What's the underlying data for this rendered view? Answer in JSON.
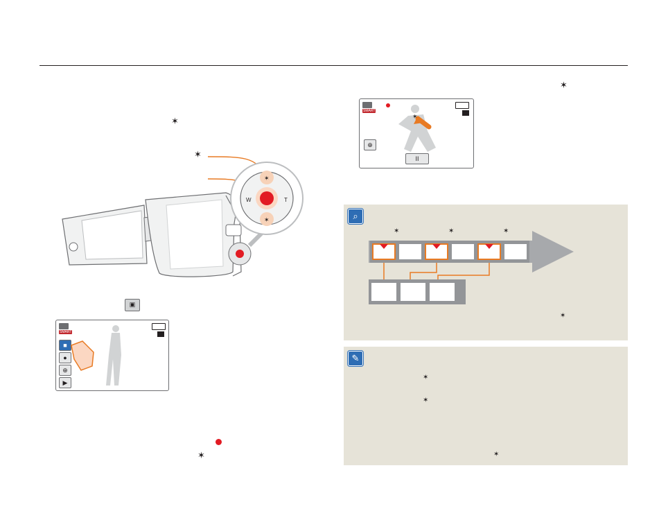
{
  "page": {
    "rule_color": "#231f20"
  },
  "symbols": {
    "smart_auto_badge": "SMART",
    "star_icon": "star-mark-icon",
    "zoom_wide_label": "W",
    "zoom_tele_label": "T"
  },
  "left_lcd": {
    "badge": "SMART"
  },
  "right_lcd": {
    "badge": "SMART",
    "pause_symbol": "II"
  },
  "colors": {
    "accent_orange": "#e87a23",
    "record_red": "#e21b23",
    "panel_bg": "#e6e3d8",
    "panel_icon_blue": "#2e6db4",
    "filmstrip_grey": "#939598",
    "arrow_grey": "#a7a9ac"
  }
}
